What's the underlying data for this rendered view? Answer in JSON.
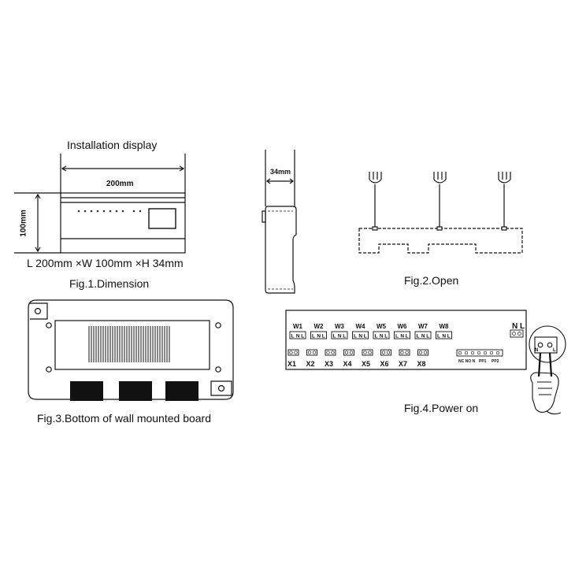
{
  "fig1": {
    "installation_label": "Installation display",
    "width_label": "200mm",
    "height_label": "100mm",
    "dimension_text": "L 200mm ×W 100mm ×H 34mm",
    "caption": "Fig.1.Dimension"
  },
  "fig_side": {
    "depth_label": "34mm"
  },
  "fig2": {
    "caption": "Fig.2.Open"
  },
  "fig3": {
    "caption": "Fig.3.Bottom of wall mounted board"
  },
  "fig4": {
    "caption": "Fig.4.Power on",
    "outputs": [
      "W1",
      "W2",
      "W3",
      "W4",
      "W5",
      "W6",
      "W7",
      "W8"
    ],
    "terminal_letters": [
      "L",
      "N",
      "L"
    ],
    "inputs": [
      "X1",
      "X2",
      "X3",
      "X4",
      "X5",
      "X6",
      "X7",
      "X8"
    ],
    "power_label": "N L",
    "aux_labels": [
      "NC NO N",
      "PP1",
      "PP2"
    ],
    "hand_plug_labels": [
      "N",
      "L"
    ]
  }
}
